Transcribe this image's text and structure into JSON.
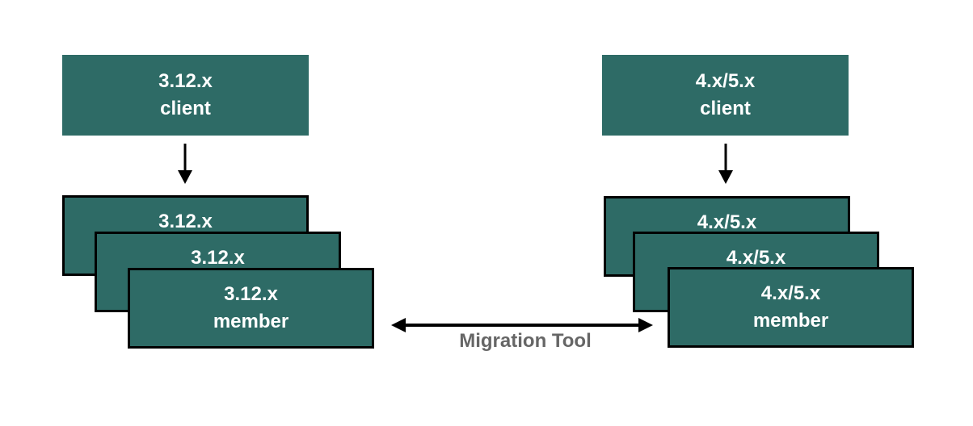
{
  "colors": {
    "background": "#ffffff",
    "box_fill": "#2e6b66",
    "box_border": "#000000",
    "box_text": "#ffffff",
    "arrow": "#000000",
    "migration_label": "#666666"
  },
  "left_cluster": {
    "client": {
      "version": "3.12.x",
      "role": "client"
    },
    "members": [
      {
        "version": "3.12.x",
        "role": "member"
      },
      {
        "version": "3.12.x",
        "role": "member"
      },
      {
        "version": "3.12.x",
        "role": "member"
      }
    ]
  },
  "right_cluster": {
    "client": {
      "version": "4.x/5.x",
      "role": "client"
    },
    "members": [
      {
        "version": "4.x/5.x",
        "role": "member"
      },
      {
        "version": "4.x/5.x",
        "role": "member"
      },
      {
        "version": "4.x/5.x",
        "role": "member"
      }
    ]
  },
  "migration": {
    "label": "Migration Tool"
  },
  "icons": {
    "left_down_arrow": "down-arrow",
    "right_down_arrow": "down-arrow",
    "migration_arrow": "double-headed-arrow"
  }
}
